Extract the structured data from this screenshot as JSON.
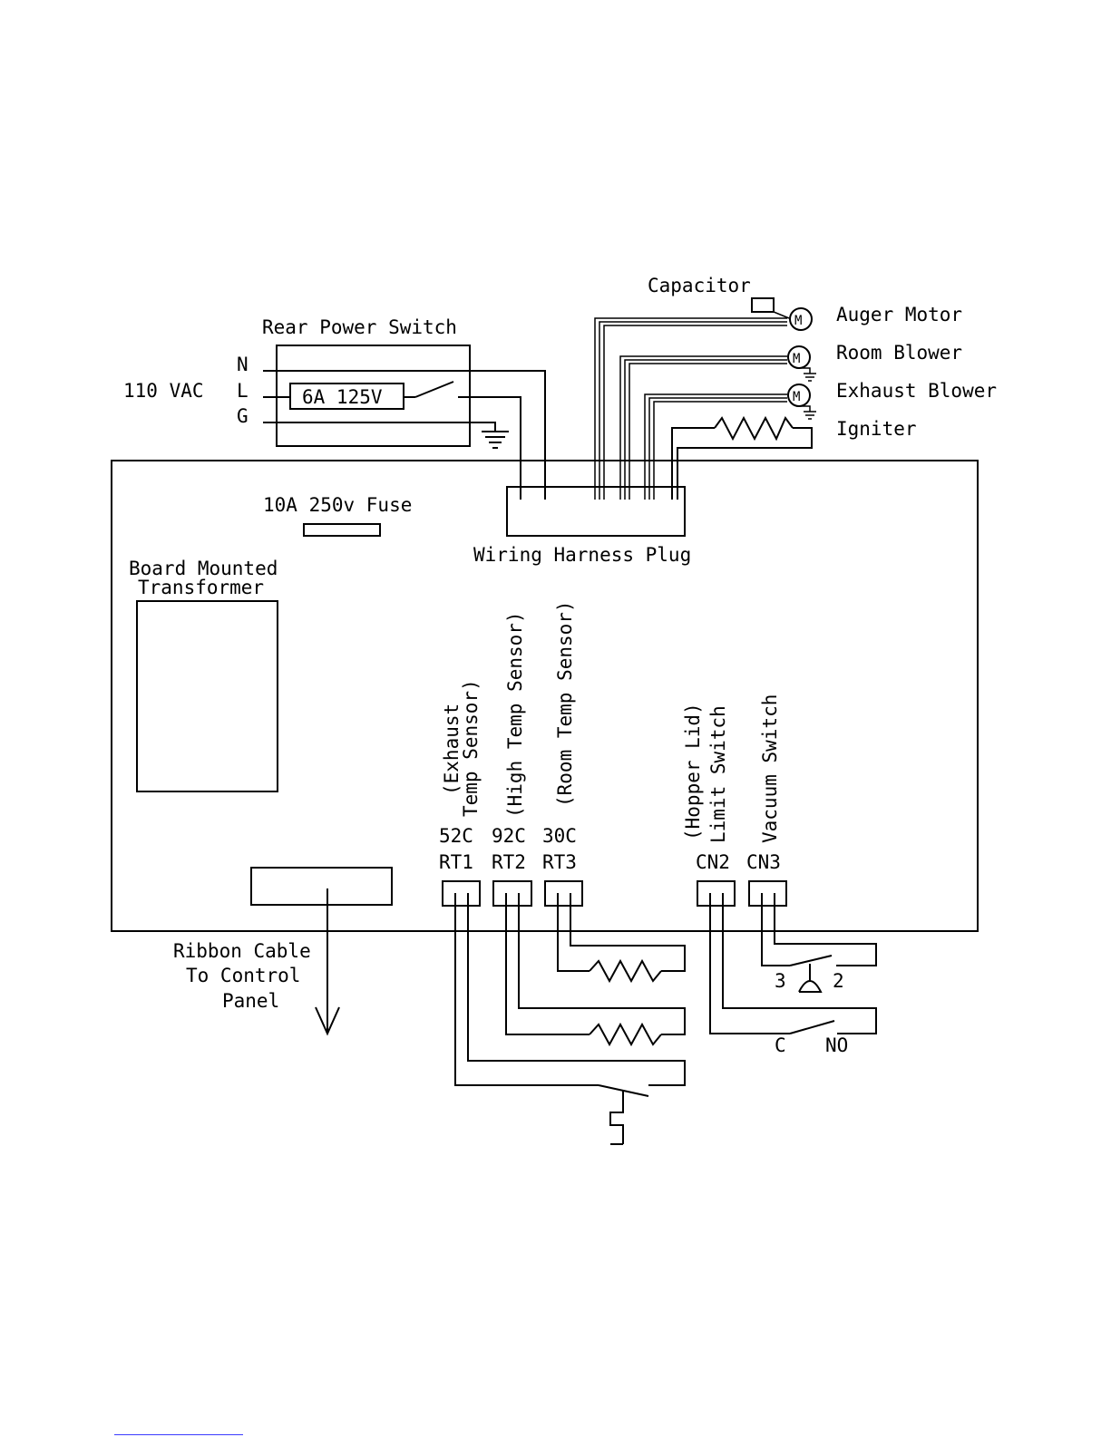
{
  "labels": {
    "capacitor": "Capacitor",
    "auger_motor": "Auger Motor",
    "room_blower": "Room Blower",
    "exhaust_blower": "Exhaust Blower",
    "igniter": "Igniter",
    "rear_power_switch": "Rear Power Switch",
    "vac_110": "110 VAC",
    "n": "N",
    "l": "L",
    "g": "G",
    "switch_fuse": "6A 125V",
    "board_fuse": "10A 250v Fuse",
    "harness_plug": "Wiring Harness Plug",
    "transformer_line1": "Board Mounted",
    "transformer_line2": "Transformer",
    "motor_symbol": "M",
    "ribbon_line1": "Ribbon Cable",
    "ribbon_line2": "To Control",
    "ribbon_line3": "Panel"
  },
  "sensors": {
    "rt1_desc1": "(Exhaust",
    "rt1_desc2": "Temp Sensor)",
    "rt1_temp": "52C",
    "rt1": "RT1",
    "rt2_desc": "(High Temp Sensor)",
    "rt2_temp": "92C",
    "rt2": "RT2",
    "rt3_desc": "(Room Temp Sensor)",
    "rt3_temp": "30C",
    "rt3": "RT3"
  },
  "switches": {
    "cn2_desc1": "(Hopper Lid)",
    "cn2_desc2": "Limit Switch",
    "cn2": "CN2",
    "cn3_desc": "Vacuum Switch",
    "cn3": "CN3",
    "vac_pin3": "3",
    "vac_pin2": "2",
    "limit_c": "C",
    "limit_no": "NO"
  }
}
